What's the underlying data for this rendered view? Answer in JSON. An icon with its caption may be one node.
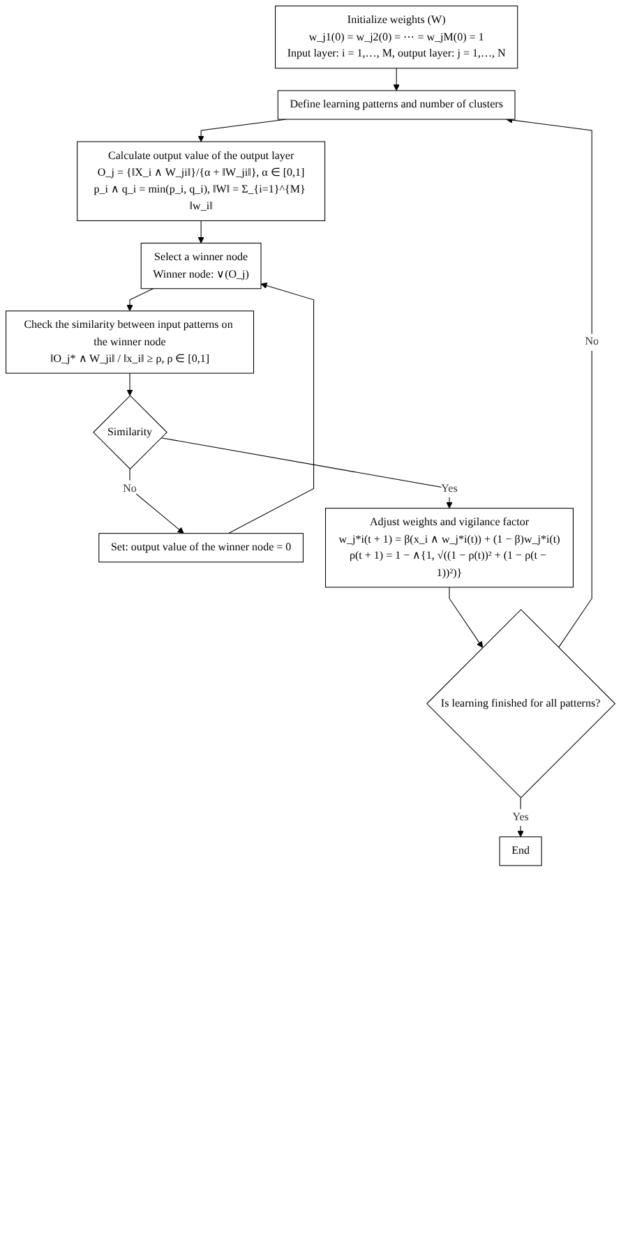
{
  "diagram": {
    "nodes": [
      {
        "text": [
          "Initialize weights (W)",
          "w_j1(0) = w_j2(0) = ⋯ = w_jM(0) = 1",
          "Input layer: i = 1,…, M, output layer: j = 1,…, N"
        ]
      },
      {
        "text": [
          "Define learning patterns and number of clusters"
        ]
      },
      {
        "text": [
          "Calculate output value of the output layer",
          "O_j = {‖X_i ∧ W_ji‖}/{α + ‖W_ji‖}, α ∈ [0,1]",
          "p_i ∧ q_i = min(p_i, q_i), ‖W‖ = Σ_{i=1}^{M} ‖w_i‖"
        ]
      },
      {
        "text": [
          "Select a winner node",
          "Winner node: ∨(O_j)"
        ]
      },
      {
        "text": [
          "Check the similarity between input patterns on the winner node",
          "‖O_j* ∧ W_ji‖ / ‖x_i‖ ≥ ρ, ρ ∈ [0,1]"
        ]
      },
      {
        "text": [
          "Similarity"
        ]
      },
      {
        "text": [
          "Set: output value of the winner node = 0"
        ]
      },
      {
        "text": [
          "Adjust weights and vigilance factor",
          "w_j*i(t + 1) = β(x_i ∧ w_j*i(t)) + (1 − β)w_j*i(t)",
          "ρ(t + 1) = 1 − ∧{1, √((1 − ρ(t))² + (1 − ρ(t − 1))²)}"
        ]
      },
      {
        "text": [
          "Is learning finished for all patterns?"
        ]
      },
      {
        "text": [
          "End"
        ]
      }
    ],
    "edges": [
      {
        "from": 0,
        "to": 1,
        "arrow": "to"
      },
      {
        "from": 1,
        "to": 2,
        "arrow": "to"
      },
      {
        "from": 2,
        "to": 3,
        "arrow": "to"
      },
      {
        "from": 3,
        "to": 4,
        "arrow": "to"
      },
      {
        "from": 4,
        "to": 5,
        "arrow": "to"
      },
      {
        "from": 5,
        "to": 6,
        "label": "No",
        "arrow": "to"
      },
      {
        "from": 6,
        "to": 3,
        "arrow": "to"
      },
      {
        "from": 5,
        "to": 7,
        "label": "Yes",
        "arrow": "to"
      },
      {
        "from": 7,
        "to": 8,
        "arrow": "to"
      },
      {
        "from": 8,
        "to": 1,
        "label": "No",
        "arrow": "to"
      },
      {
        "from": 8,
        "to": 9,
        "label": "Yes",
        "arrow": "to"
      }
    ]
  }
}
